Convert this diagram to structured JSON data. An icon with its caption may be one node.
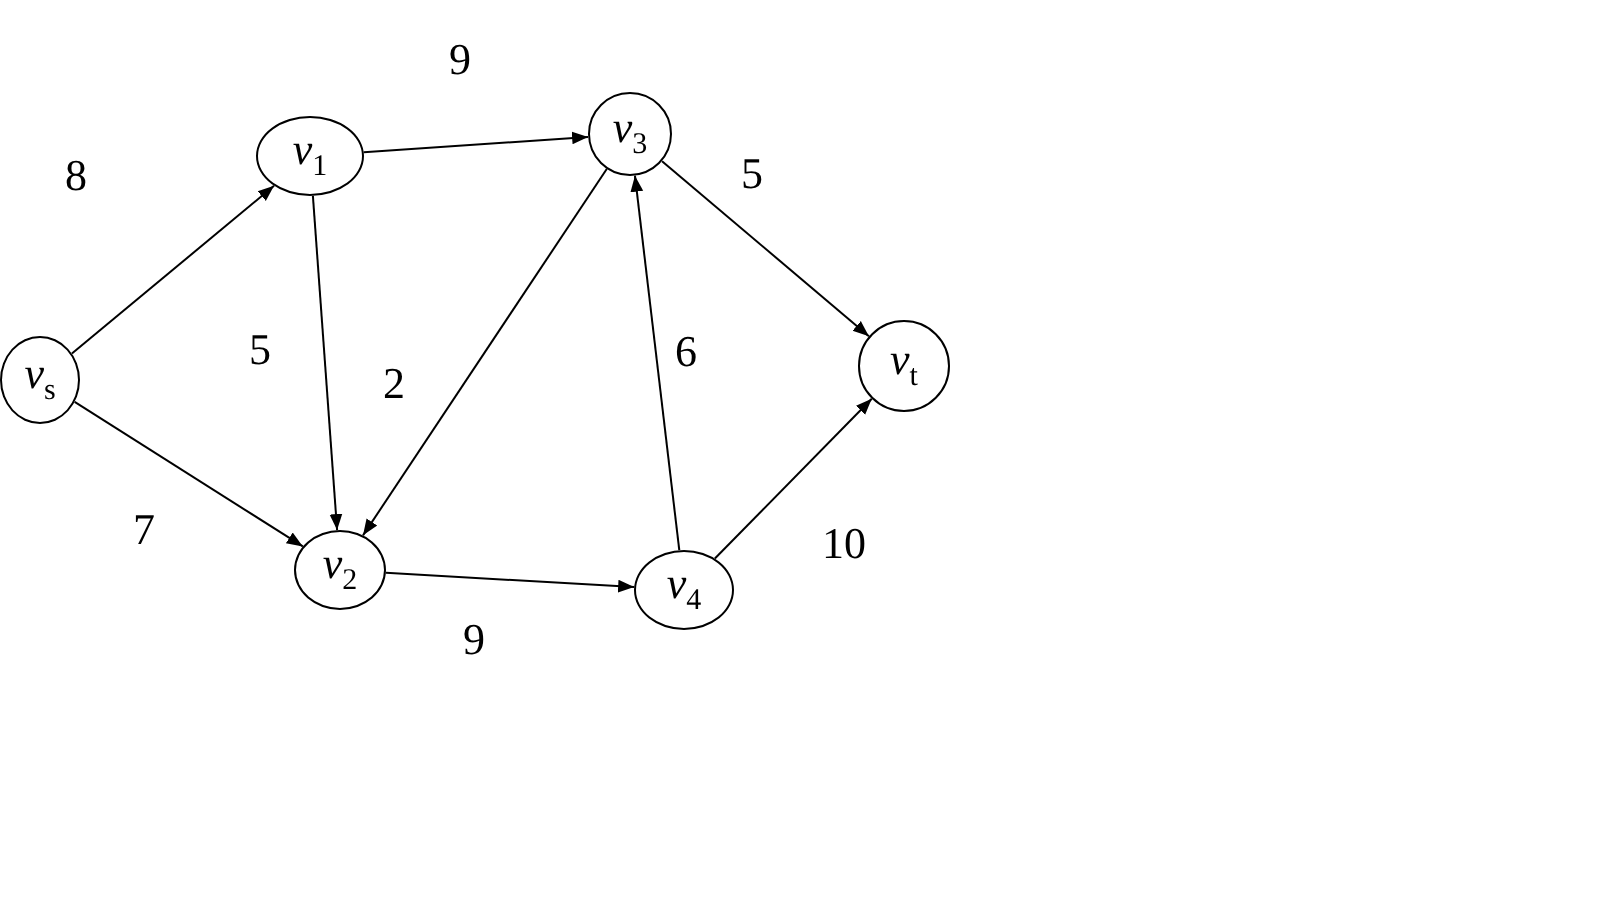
{
  "diagram": {
    "nodes": [
      {
        "text": [
          "*v*$_{s}$"
        ]
      },
      {
        "text": [
          "*v*$_{1}$"
        ]
      },
      {
        "text": [
          "*v*$_{3}$"
        ]
      },
      {
        "text": [
          "*v*$_{t}$"
        ]
      },
      {
        "text": [
          "*v*$_{2}$"
        ]
      },
      {
        "text": [
          "*v*$_{4}$"
        ]
      }
    ],
    "edges": [
      {
        "from": 0,
        "to": 1,
        "arrow": "to",
        "label": "8"
      },
      {
        "from": 0,
        "to": 4,
        "arrow": "to",
        "label": "7"
      },
      {
        "from": 1,
        "to": 2,
        "arrow": "to",
        "label": "9"
      },
      {
        "from": 1,
        "to": 4,
        "arrow": "to",
        "label": "5"
      },
      {
        "from": 2,
        "to": 4,
        "arrow": "to",
        "label": "2"
      },
      {
        "from": 2,
        "to": 3,
        "arrow": "to",
        "label": "5"
      },
      {
        "from": 5,
        "to": 2,
        "arrow": "to",
        "label": "6"
      },
      {
        "from": 4,
        "to": 5,
        "arrow": "to",
        "label": "9"
      },
      {
        "from": 5,
        "to": 3,
        "arrow": "to",
        "label": "10"
      }
    ]
  }
}
